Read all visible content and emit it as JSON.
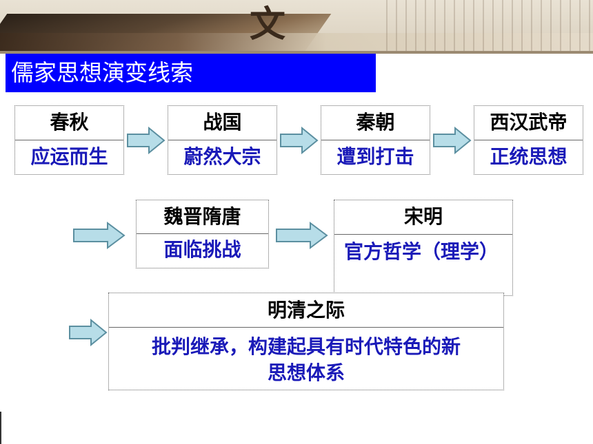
{
  "title": "儒家思想演变线索",
  "stages": [
    {
      "period": "春秋",
      "desc": "应运而生"
    },
    {
      "period": "战国",
      "desc": "蔚然大宗"
    },
    {
      "period": "秦朝",
      "desc": "遭到打击"
    },
    {
      "period": "西汉武帝",
      "desc": "正统思想"
    },
    {
      "period": "魏晋隋唐",
      "desc": "面临挑战"
    },
    {
      "period": "宋明",
      "desc": "官方哲学（理学）"
    },
    {
      "period": "明清之际",
      "desc_line1": "批判继承，构建起具有时代特色的新",
      "desc_line2": "思想体系"
    }
  ],
  "banner_char": "文",
  "colors": {
    "title_bg": "#0000ff",
    "desc": "#1a1ab8",
    "arrow_fill": "#b7dde8",
    "arrow_stroke": "#5b8fa0"
  }
}
